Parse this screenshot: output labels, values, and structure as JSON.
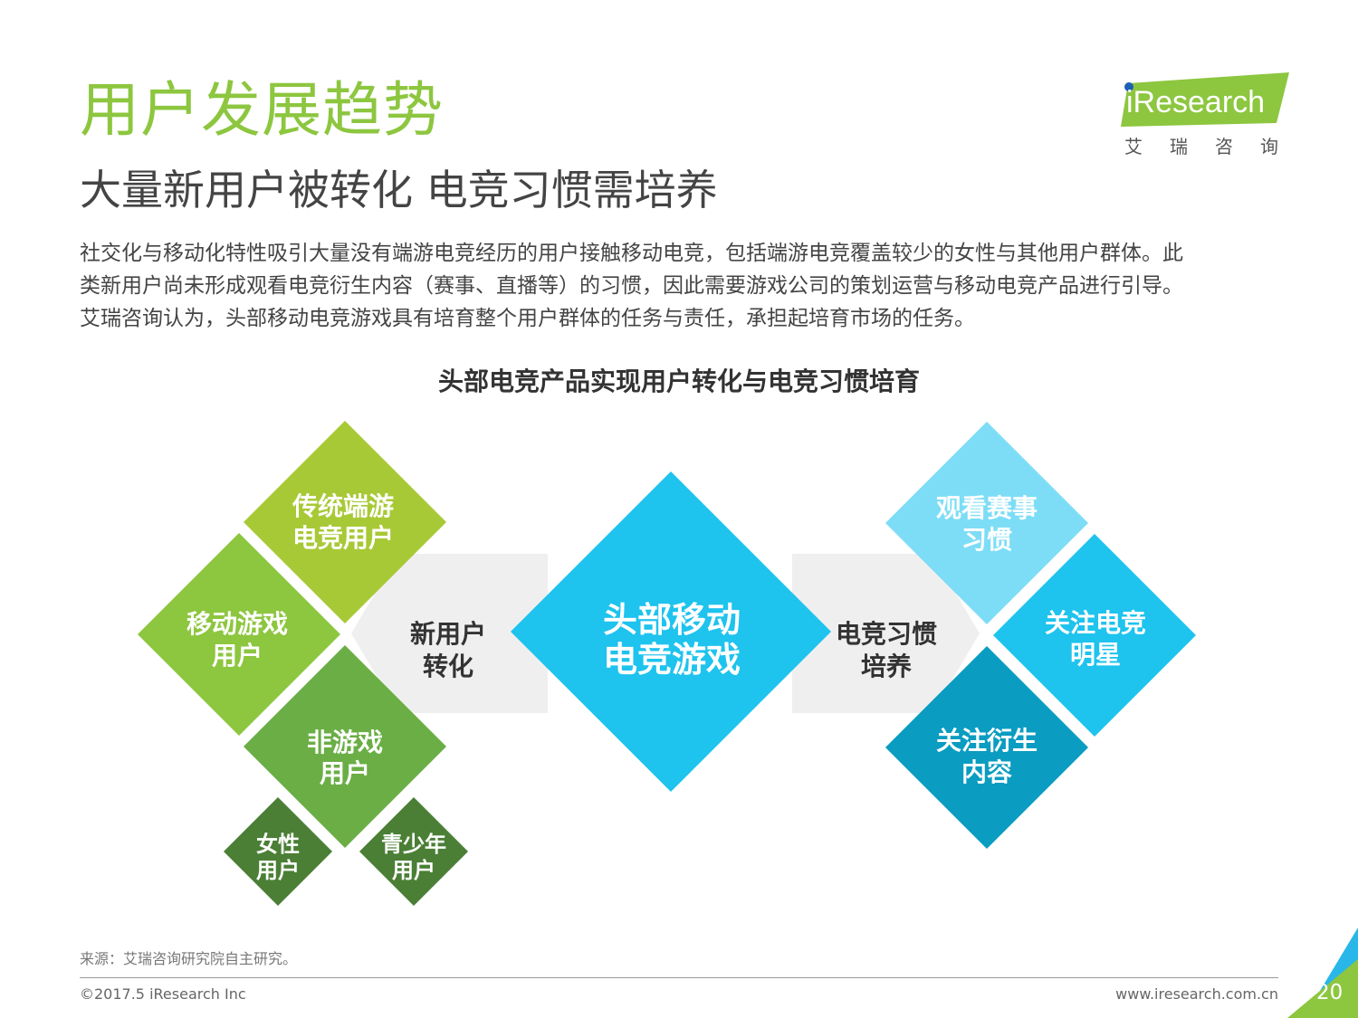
{
  "header": {
    "title": "用户发展趋势",
    "subtitle": "大量新用户被转化 电竞习惯需培养"
  },
  "body_lines": [
    "社交化与移动化特性吸引大量没有端游电竞经历的用户接触移动电竞，包括端游电竞覆盖较少的女性与其他用户群体。此",
    "类新用户尚未形成观看电竞衍生内容（赛事、直播等）的习惯，因此需要游戏公司的策划运营与移动电竞产品进行引导。",
    "艾瑞咨询认为，头部移动电竞游戏具有培育整个用户群体的任务与责任，承担起培育市场的任务。"
  ],
  "logo": {
    "text": "iResearch",
    "cn": "艾瑞咨询"
  },
  "diagram": {
    "title": "头部电竞产品实现用户转化与电竞习惯培育",
    "left_nodes": [
      {
        "line1": "传统端游",
        "line2": "电竞用户",
        "color": "#a8c936"
      },
      {
        "line1": "移动游戏",
        "line2": "用户",
        "color": "#8dc63f"
      },
      {
        "line1": "非游戏",
        "line2": "用户",
        "color": "#6aae45"
      },
      {
        "line1": "女性",
        "line2": "用户",
        "color": "#4a7f35"
      },
      {
        "line1": "青少年",
        "line2": "用户",
        "color": "#4a7f35"
      }
    ],
    "arrow_left": {
      "line1": "新用户",
      "line2": "转化"
    },
    "center": {
      "line1": "头部移动",
      "line2": "电竞游戏",
      "color": "#1ec3ee"
    },
    "arrow_right": {
      "line1": "电竞习惯",
      "line2": "培养"
    },
    "right_nodes": [
      {
        "line1": "观看赛事",
        "line2": "习惯",
        "color": "#7dddf6"
      },
      {
        "line1": "关注电竞",
        "line2": "明星",
        "color": "#1ec3ee"
      },
      {
        "line1": "关注衍生",
        "line2": "内容",
        "color": "#0a9cc1"
      }
    ]
  },
  "footer": {
    "source": "来源：艾瑞咨询研究院自主研究。",
    "copyright": "©2017.5 iResearch Inc",
    "url": "www.iresearch.com.cn",
    "page_number": "20"
  }
}
